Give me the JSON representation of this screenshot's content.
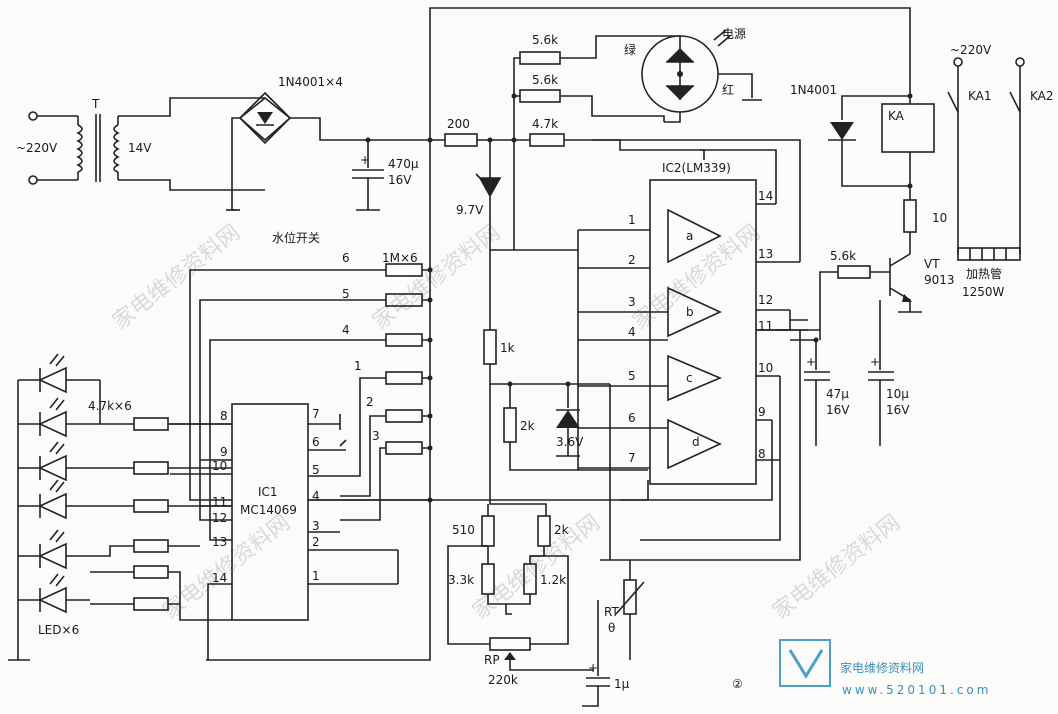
{
  "labels": {
    "mains_in": "~220V",
    "transformer": "T",
    "secondary": "14V",
    "bridge": "1N4001×4",
    "cap_main_val": "470μ",
    "cap_main_v": "16V",
    "r200": "200",
    "zener97": "9.7V",
    "r56a": "5.6k",
    "r56b": "5.6k",
    "r47k": "4.7k",
    "lamp_green": "绿",
    "lamp_red": "红",
    "power": "电源",
    "relay_diode": "1N4001",
    "relay": "KA",
    "ic2": "IC2(LM339)",
    "water_switch": "水位开关",
    "r1m": "1M×6",
    "r47k6": "4.7k×6",
    "ic1_a": "IC1",
    "ic1_b": "MC14069",
    "led": "LED×6",
    "r1k": "1k",
    "r2k": "2k",
    "zener36": "3.6V",
    "r510": "510",
    "r2k_b": "2k",
    "r33k": "3.3k",
    "r12k": "1.2k",
    "rp": "RP",
    "r220k": "220k",
    "c1u": "1μ",
    "rt": "RT",
    "theta": "θ",
    "c47u": "47μ",
    "c47u_v": "16V",
    "c10u": "10μ",
    "c10u_v": "16V",
    "r56k_base": "5.6k",
    "r10": "10",
    "vt": "VT",
    "vt_type": "9013",
    "mains2": "~220V",
    "ka1": "KA1",
    "ka2": "KA2",
    "heater": "加热管",
    "heater_w": "1250W",
    "fig_num": "②",
    "site_name": "家电维修资料网",
    "site_url": "www.520101.com",
    "op_a": "a",
    "op_b": "b",
    "op_c": "c",
    "op_d": "d"
  },
  "switch_numbers": [
    "6",
    "5",
    "4",
    "1",
    "2",
    "3"
  ],
  "ic1_left_pins": [
    "8",
    "9",
    "10",
    "11",
    "12",
    "13",
    "14"
  ],
  "ic1_right_pins": [
    "7",
    "6",
    "5",
    "4",
    "3",
    "2",
    "1"
  ],
  "ic2_left_pins": [
    "1",
    "2",
    "3",
    "4",
    "5",
    "6",
    "7"
  ],
  "ic2_right_pins": [
    "14",
    "13",
    "12",
    "11",
    "10",
    "9",
    "8"
  ]
}
